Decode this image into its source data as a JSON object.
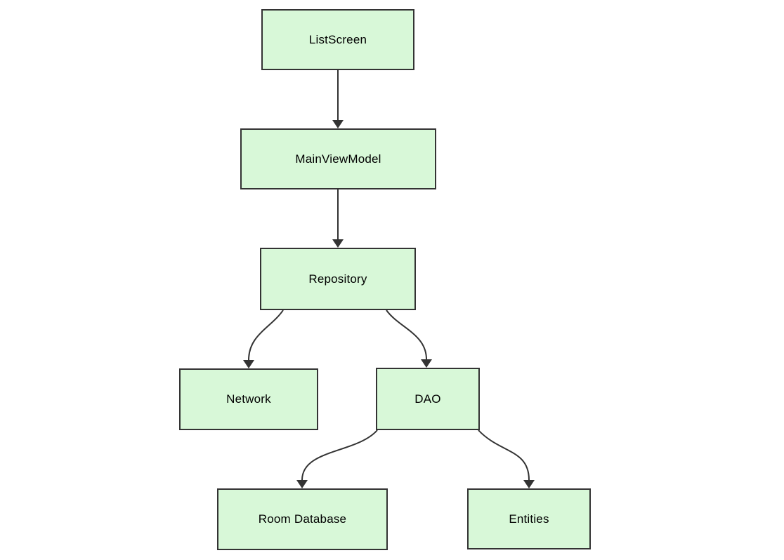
{
  "diagram": {
    "type": "flowchart",
    "direction": "top-down",
    "nodes": [
      {
        "id": "listscreen",
        "label": "ListScreen"
      },
      {
        "id": "mainviewmodel",
        "label": "MainViewModel"
      },
      {
        "id": "repository",
        "label": "Repository"
      },
      {
        "id": "network",
        "label": "Network"
      },
      {
        "id": "dao",
        "label": "DAO"
      },
      {
        "id": "room-database",
        "label": "Room Database"
      },
      {
        "id": "entities",
        "label": "Entities"
      }
    ],
    "edges": [
      {
        "from": "ListScreen",
        "to": "MainViewModel",
        "arrow": "solid-triangle"
      },
      {
        "from": "MainViewModel",
        "to": "Repository",
        "arrow": "solid-triangle"
      },
      {
        "from": "Repository",
        "to": "Network",
        "arrow": "solid-triangle"
      },
      {
        "from": "Repository",
        "to": "DAO",
        "arrow": "solid-triangle"
      },
      {
        "from": "DAO",
        "to": "Room Database",
        "arrow": "solid-triangle"
      },
      {
        "from": "DAO",
        "to": "Entities",
        "arrow": "solid-triangle"
      }
    ],
    "colors": {
      "background": "#ffffff",
      "node_fill": "#d8f8d8",
      "node_border": "#333333",
      "edge": "#333333",
      "text": "#000000"
    }
  }
}
